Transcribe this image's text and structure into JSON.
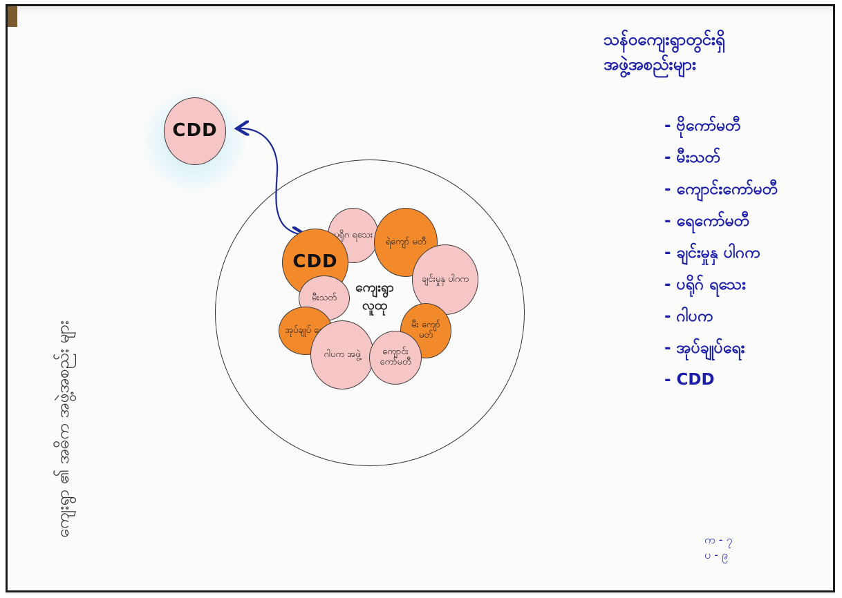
{
  "title": {
    "line1": "သန်ဝကျေးရွာတွင်းရှိ",
    "line2": "အဖွဲ့အစည်းများ"
  },
  "side_note": "ကျေးရွာ ၏ အဓိက အဖွဲ့အစည်း များ",
  "diagram": {
    "outer_cdd": "CDD",
    "center": {
      "line1": "ကျေးရွာ",
      "line2": "လူထု"
    },
    "bubbles": [
      {
        "label": "ပရိုဂ ရသေး",
        "color": "pink"
      },
      {
        "label": "ရဲကျော် မတီ",
        "color": "orange"
      },
      {
        "label": "CDD",
        "color": "orange"
      },
      {
        "label": "ချင်းမှုနှ ပါဂက",
        "color": "pink"
      },
      {
        "label": "မီးသတ်",
        "color": "pink"
      },
      {
        "label": "မီး ကျော် မတ်",
        "color": "orange"
      },
      {
        "label": "အုပ်ချုပ် ရေး",
        "color": "orange"
      },
      {
        "label": "ဂါပက အဖွဲ့",
        "color": "pink"
      },
      {
        "label": "ကျောင်း ကော်မတီ",
        "color": "pink"
      }
    ]
  },
  "list_items": [
    "- ဗိုကော်မတီ",
    "- မီးသတ်",
    "- ကျောင်းကော်မတီ",
    "- ရေကော်မတီ",
    "- ချင်းမှုနှ ပါဂက",
    "- ပရိုဂ် ရသေး",
    "- ဂါပက",
    "- အုပ်ချုပ်ရေး",
    "- CDD"
  ],
  "ratio": {
    "line1": "က - ၇",
    "line2": "ပ - ၉"
  },
  "colors": {
    "ink_blue": "#1a1ea8",
    "arrow": "#1a2a9a",
    "orange": "#f28a2c",
    "pink": "#f6c6c6"
  }
}
